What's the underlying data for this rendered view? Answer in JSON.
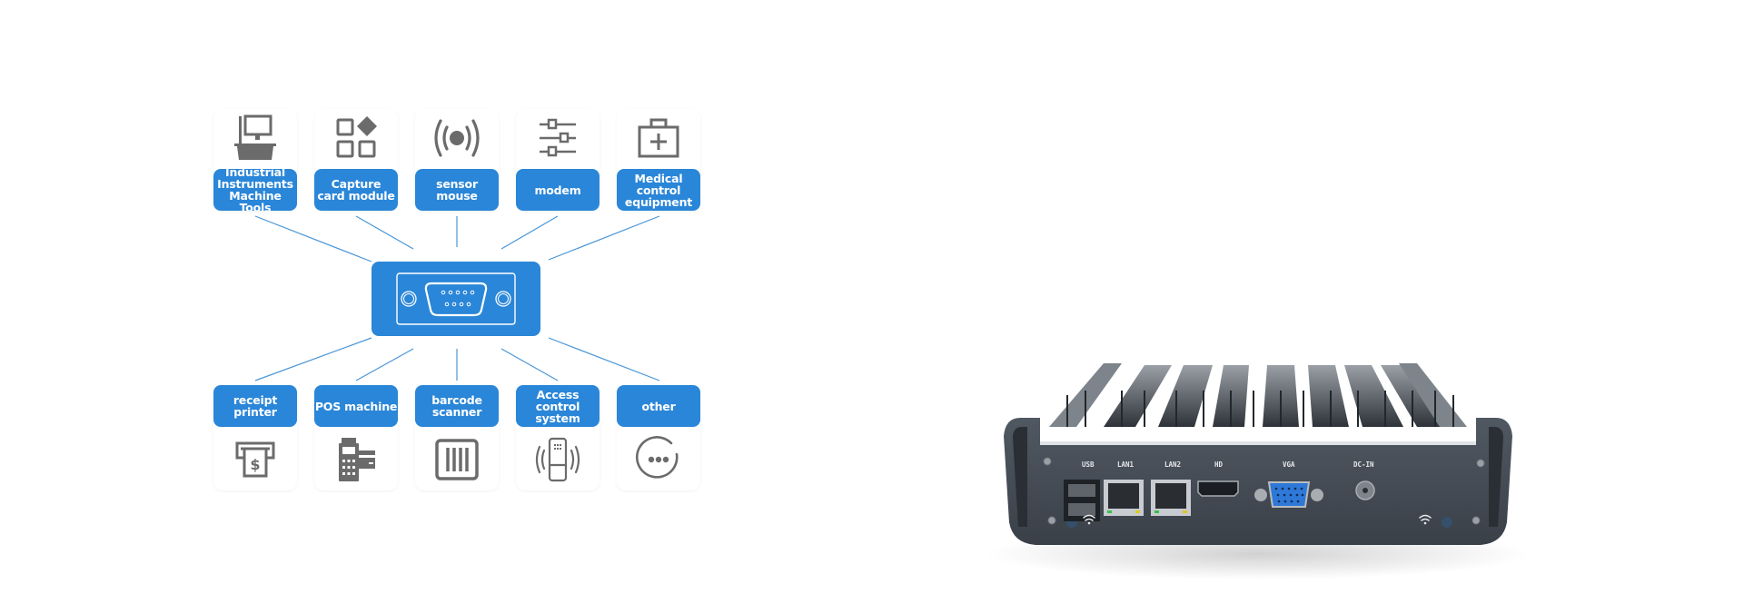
{
  "diagram": {
    "center": {
      "name": "DB9 serial port",
      "icon": "db9-serial-connector-icon"
    },
    "accent_color": "#2a86d8",
    "icon_color": "#6b6b6b",
    "top_items": [
      {
        "label": "Industrial\nInstruments\nMachine Tools",
        "icon": "industrial-machine-icon"
      },
      {
        "label": "Capture\ncard module",
        "icon": "module-blocks-icon"
      },
      {
        "label": "sensor mouse",
        "icon": "signal-broadcast-icon"
      },
      {
        "label": "modem",
        "icon": "sliders-icon"
      },
      {
        "label": "Medical\ncontrol\nequipment",
        "icon": "medical-kit-icon"
      }
    ],
    "bottom_items": [
      {
        "label": "receipt\nprinter",
        "icon": "receipt-printer-icon"
      },
      {
        "label": "POS machine",
        "icon": "pos-terminal-icon"
      },
      {
        "label": "barcode\nscanner",
        "icon": "barcode-icon"
      },
      {
        "label": "Access\ncontrol\nsystem",
        "icon": "access-card-reader-icon"
      },
      {
        "label": "other",
        "icon": "more-dots-icon"
      }
    ]
  },
  "device": {
    "name": "fanless mini PC rear panel",
    "ports": [
      "USB",
      "LAN1",
      "LAN2",
      "HD",
      "VGA",
      "DC-IN"
    ]
  }
}
